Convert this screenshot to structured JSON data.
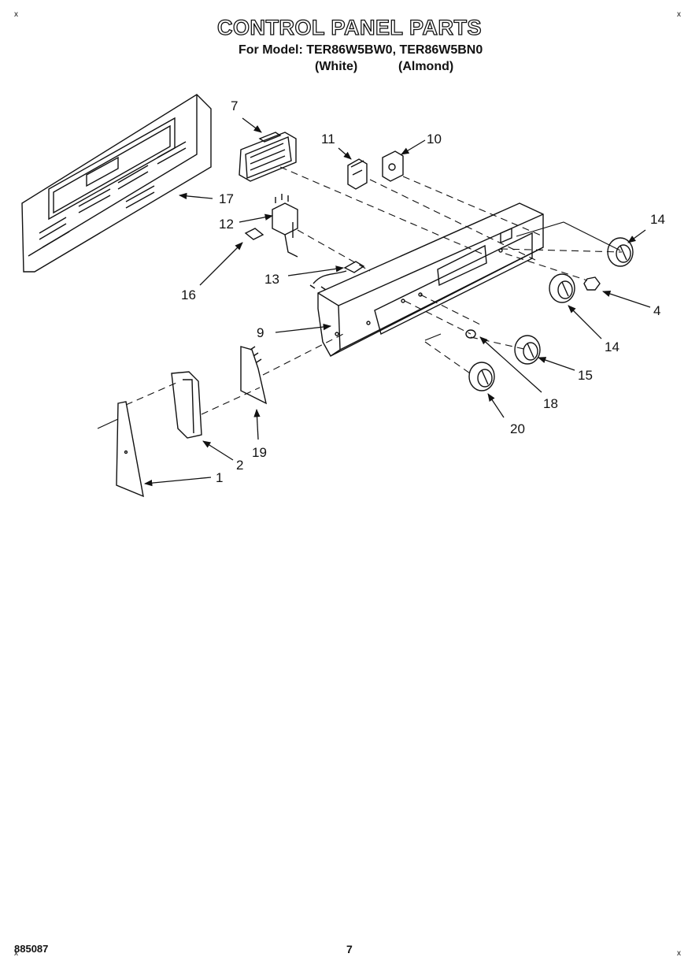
{
  "title": "CONTROL PANEL PARTS",
  "models": "For Model: TER86W5BW0, TER86W5BN0",
  "colors": [
    "(White)",
    "(Almond)"
  ],
  "callouts": [
    "7",
    "11",
    "10",
    "17",
    "12",
    "14",
    "16",
    "13",
    "4",
    "9",
    "14",
    "15",
    "18",
    "20",
    "19",
    "2",
    "1"
  ],
  "footer": {
    "doc_number": "885087",
    "page": "7"
  },
  "corner_marks": [
    "x",
    "x",
    "x",
    "x"
  ]
}
